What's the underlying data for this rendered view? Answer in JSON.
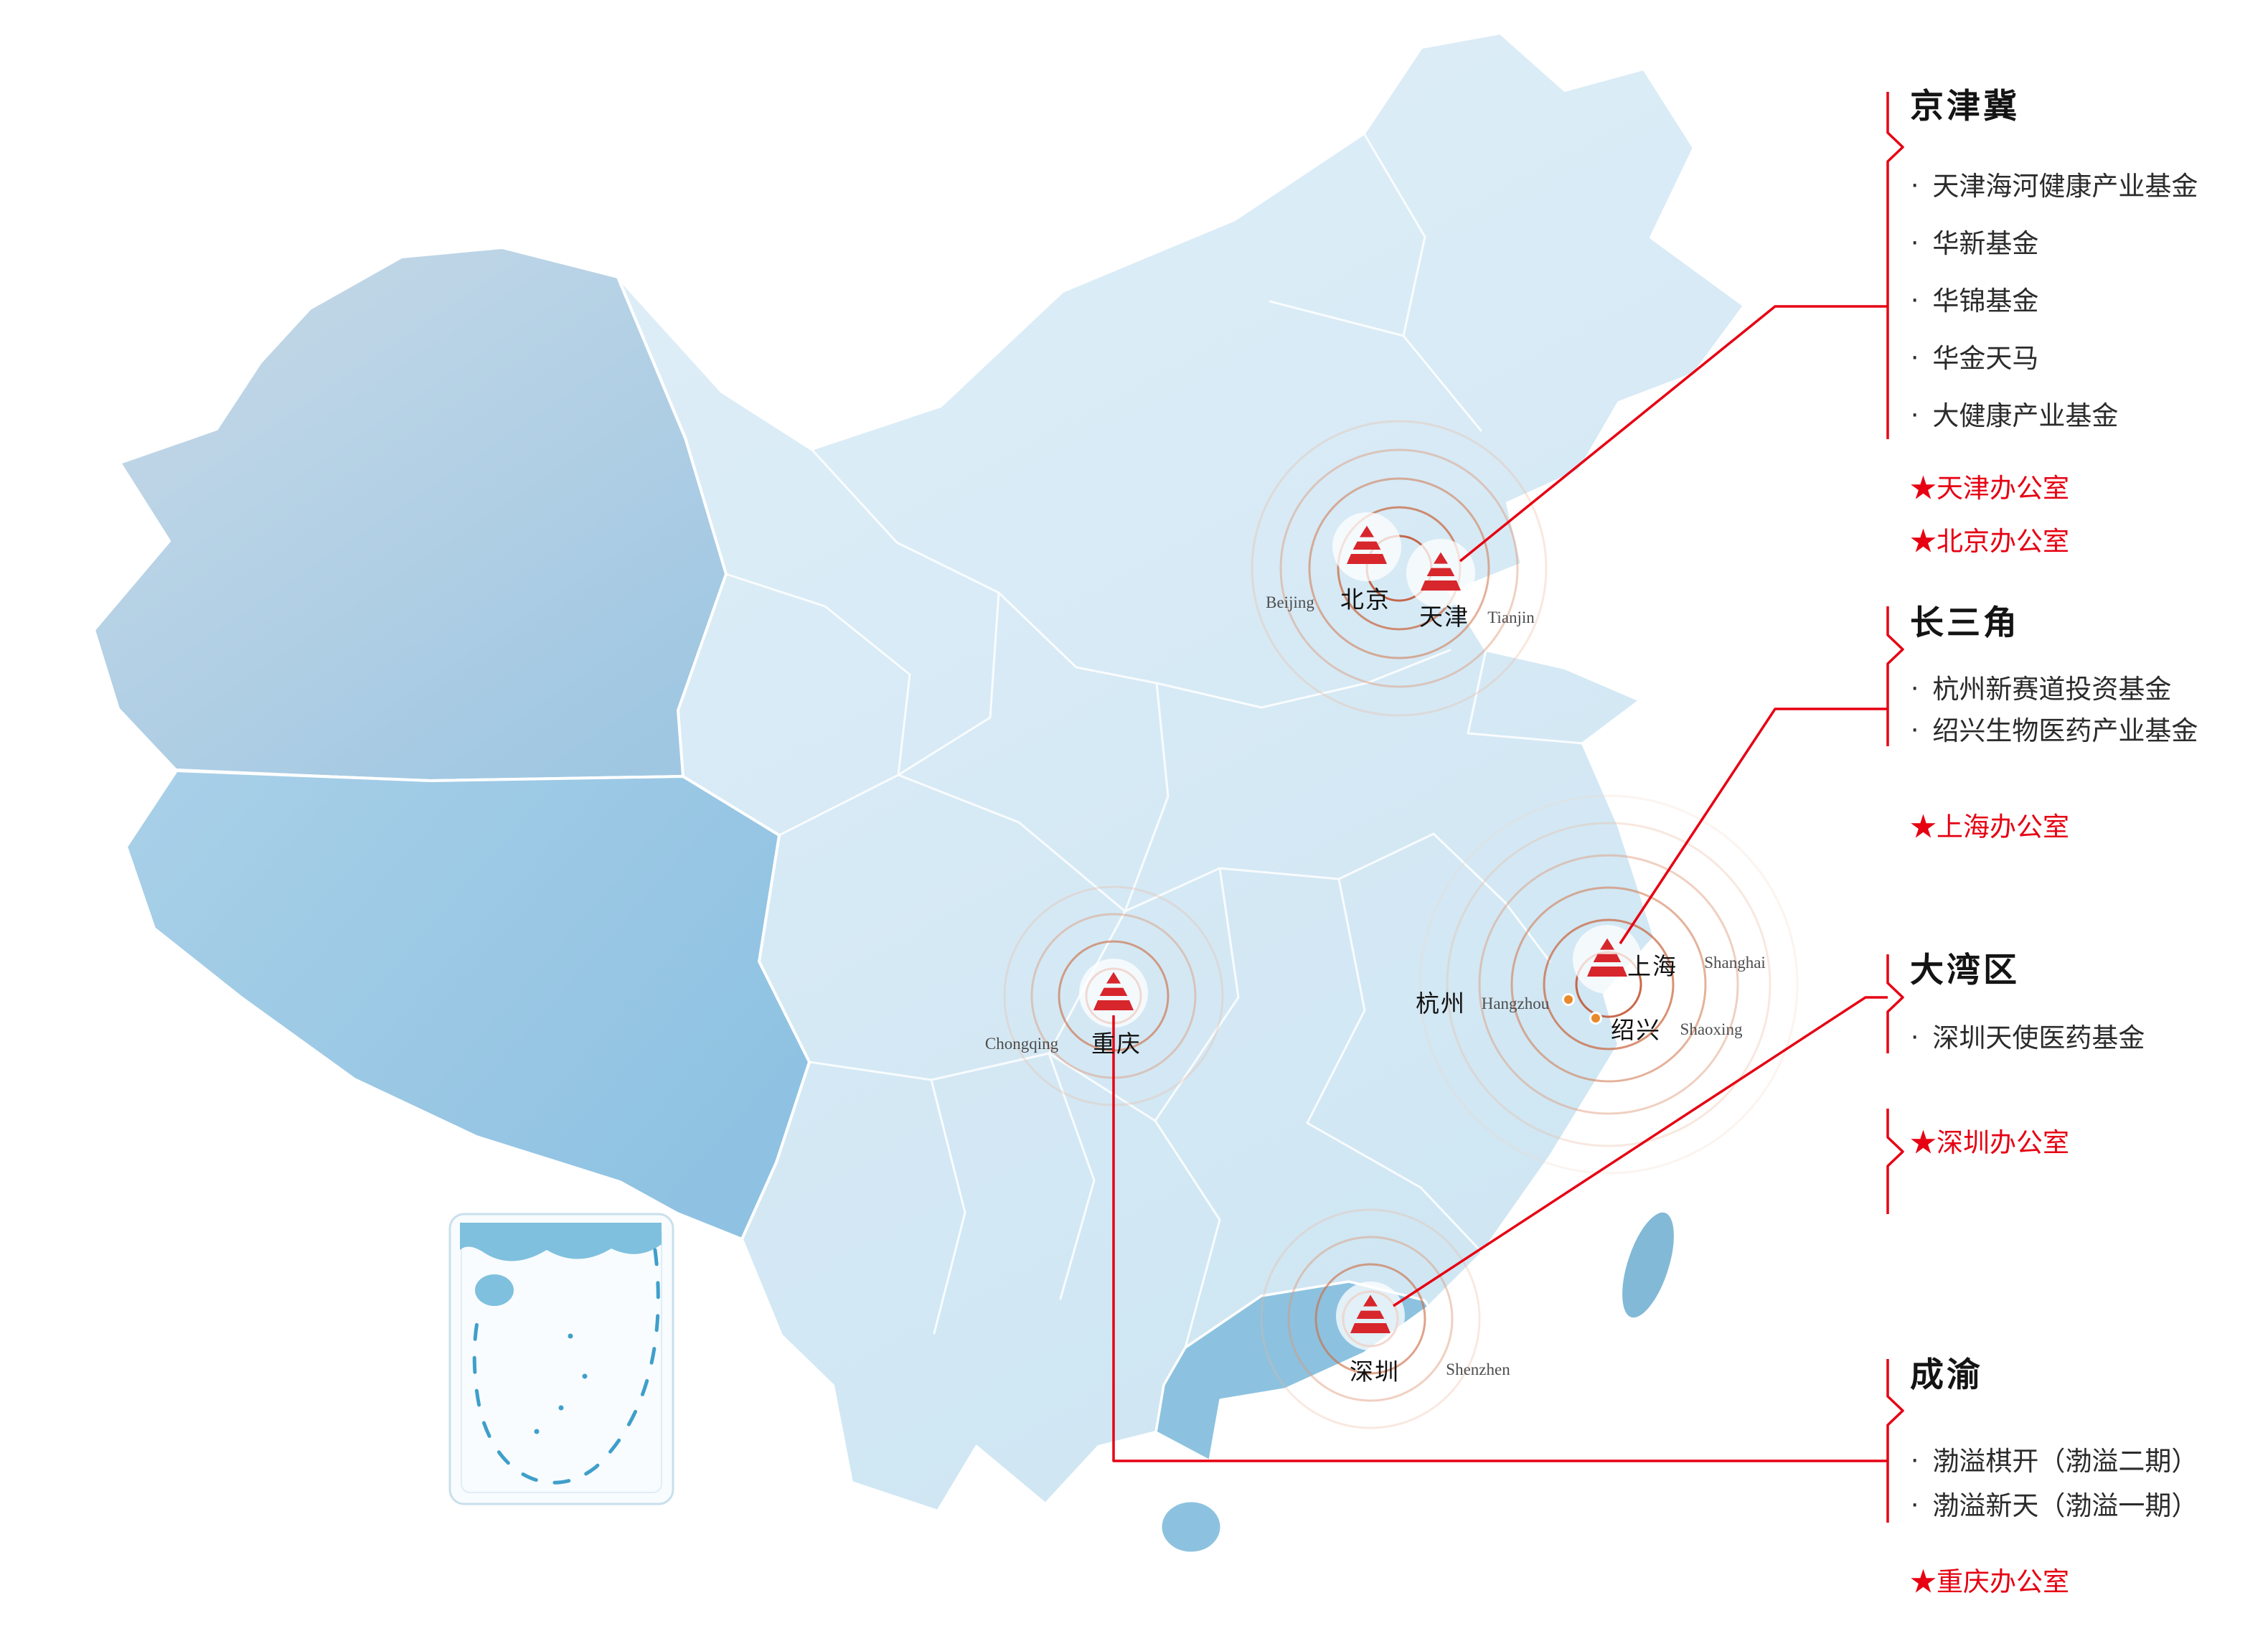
{
  "ui": {
    "bullet": "·"
  },
  "colors": {
    "accent_red": "#e60012",
    "logo_red": "#d7262c",
    "map_light_blue": "#d9eaf5",
    "map_medium_blue": "#9cc6e0",
    "highlight_blue": "#8cc2df",
    "ripple_orange": "#d37a52",
    "city_dot_orange": "#e8892b",
    "nine_dash_blue": "#3f9fca"
  },
  "regions": [
    {
      "title": "京津冀",
      "funds": [
        "天津海河健康产业基金",
        "华新基金",
        "华锦基金",
        "华金天马",
        "大健康产业基金"
      ],
      "offices": [
        "★天津办公室",
        "★北京办公室"
      ]
    },
    {
      "title": "长三角",
      "funds": [
        "杭州新赛道投资基金",
        "绍兴生物医药产业基金"
      ],
      "offices": [
        "★上海办公室"
      ]
    },
    {
      "title": "大湾区",
      "funds": [
        "深圳天使医药基金"
      ],
      "offices": [
        "★深圳办公室"
      ]
    },
    {
      "title": "成渝",
      "funds": [
        "渤溢棋开（渤溢二期）",
        "渤溢新天（渤溢一期）"
      ],
      "offices": [
        "★重庆办公室"
      ]
    }
  ],
  "cities": [
    {
      "zh": "北京",
      "en": "Beijing"
    },
    {
      "zh": "天津",
      "en": "Tianjin"
    },
    {
      "zh": "上海",
      "en": "Shanghai"
    },
    {
      "zh": "杭州",
      "en": "Hangzhou"
    },
    {
      "zh": "绍兴",
      "en": "Shaoxing"
    },
    {
      "zh": "重庆",
      "en": "Chongqing"
    },
    {
      "zh": "深圳",
      "en": "Shenzhen"
    }
  ]
}
